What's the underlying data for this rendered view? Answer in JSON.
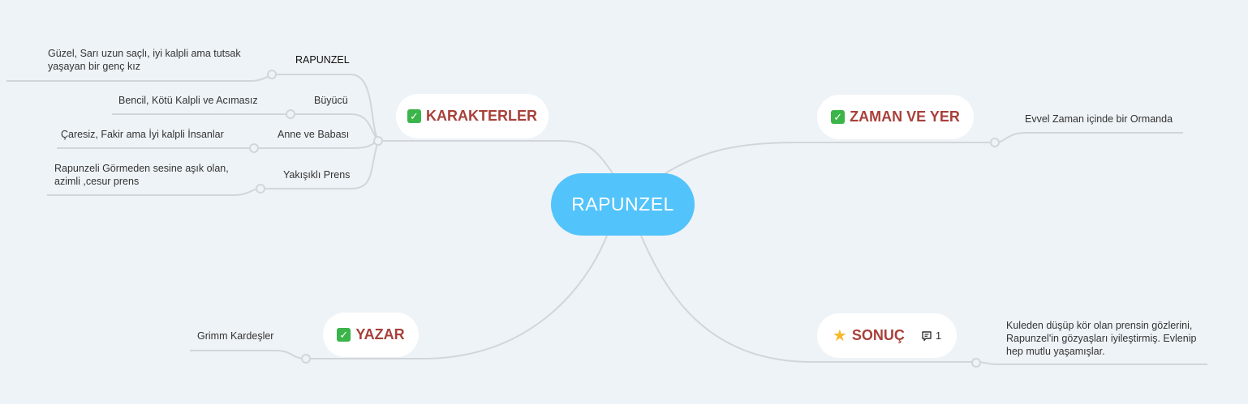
{
  "central": {
    "label": "RAPUNZEL",
    "color": "#52c3fb"
  },
  "branches": {
    "karakterler": {
      "label": "KARAKTERLER",
      "icon": "check-box-icon",
      "children": [
        {
          "label": "RAPUNZEL",
          "detail": "Güzel, Sarı uzun saçlı, iyi kalpli ama tutsak\nyaşayan bir genç kız",
          "detail_line1": "Güzel, Sarı uzun saçlı, iyi kalpli ama tutsak",
          "detail_line2": "yaşayan bir genç kız"
        },
        {
          "label": "Büyücü",
          "detail_line1": "Bencil, Kötü Kalpli ve Acımasız"
        },
        {
          "label": "Anne ve Babası",
          "detail_line1": "Çaresiz, Fakir ama İyi kalpli İnsanlar"
        },
        {
          "label": "Yakışıklı Prens",
          "detail_line1": "Rapunzeli Görmeden sesine aşık olan,",
          "detail_line2": "azimli ,cesur prens"
        }
      ]
    },
    "zaman": {
      "label": "ZAMAN VE YER",
      "icon": "check-box-icon",
      "detail": "Evvel Zaman içinde bir Ormanda"
    },
    "yazar": {
      "label": "YAZAR",
      "icon": "check-box-icon",
      "detail": "Grimm Kardeşler"
    },
    "sonuc": {
      "label": "SONUÇ",
      "icon": "star-icon",
      "comment_count": "1",
      "detail_line1": "Kuleden düşüp kör olan prensin gözlerini,",
      "detail_line2": "Rapunzel'in gözyaşları iyileştirmiş. Evlenip",
      "detail_line3": "hep mutlu yaşamışlar."
    }
  },
  "colors": {
    "branch_text": "#a8403a",
    "line": "#d2d6da",
    "background": "#eef3f7"
  }
}
